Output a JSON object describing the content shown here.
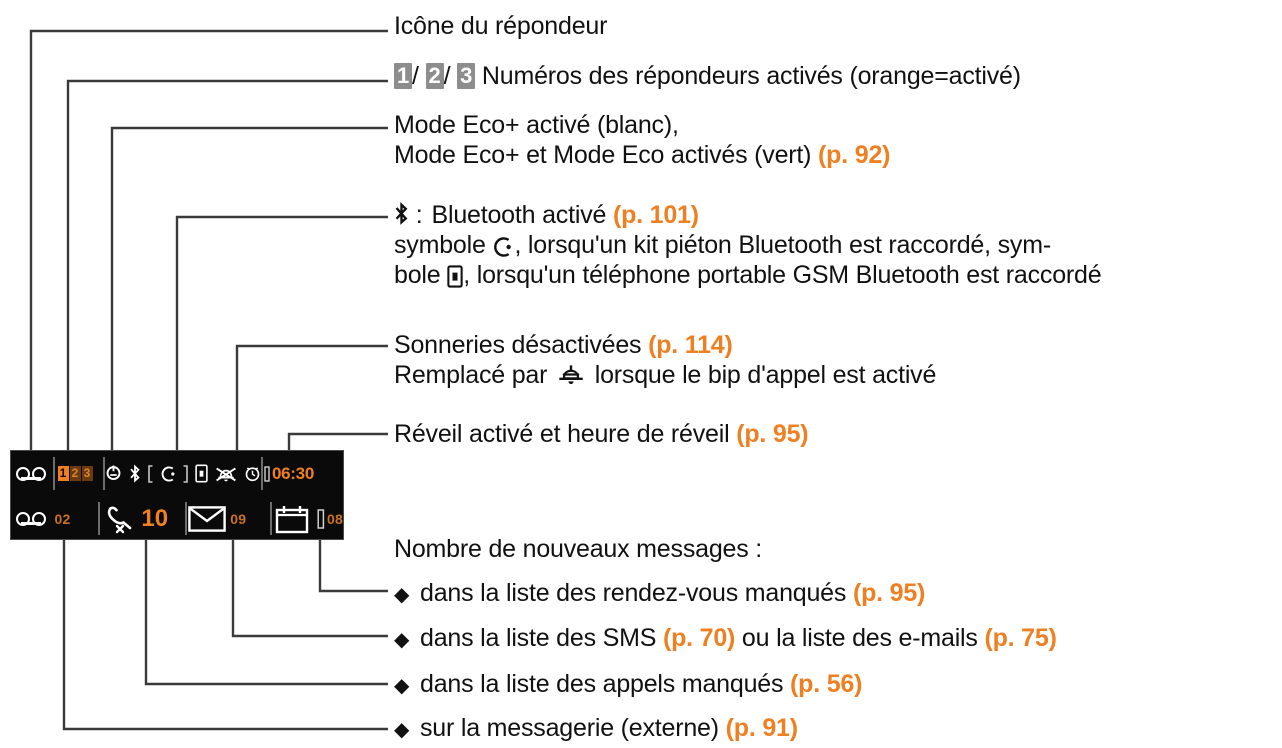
{
  "accent_orange": "#ef8022",
  "display": {
    "name": "handset-status-display",
    "background": "#0a0a0a",
    "top_row": {
      "answering_machine_icon": "tape-reel-icon",
      "answering_machine_numbers": [
        {
          "label": "1",
          "state": "on"
        },
        {
          "label": "2",
          "state": "off"
        },
        {
          "label": "3",
          "state": "off"
        }
      ],
      "eco_plus_icon": "eco-plus-icon",
      "bluetooth_icon": "bluetooth-icon",
      "headset_icon": "bluetooth-headset-icon",
      "mobile_icon": "bluetooth-gsm-phone-icon",
      "ringer_off_icon": "bell-crossed-icon",
      "alarm_icon": "alarm-clock-icon",
      "alarm_time": "06:30"
    },
    "bottom_row": {
      "answering_machine_icon": "tape-reel-icon",
      "answering_machine_count": "02",
      "missed_call_icon": "missed-call-icon",
      "missed_call_count": "10",
      "message_icon": "envelope-icon",
      "message_count": "09",
      "calendar_icon": "calendar-icon",
      "calendar_count": "08"
    }
  },
  "annotations": {
    "a1": {
      "text": "Icône du répondeur"
    },
    "a2": {
      "tag1": "1",
      "sep1": "/ ",
      "tag2": "2",
      "sep2": "/ ",
      "tag3": "3",
      "text": " Numéros des répondeurs activés (orange=activé)"
    },
    "a3": {
      "line1": "Mode Eco+ activé (blanc),",
      "line2": "Mode Eco+ et Mode Eco activés (vert) ",
      "page2": "(p. 92)"
    },
    "a4": {
      "line1a": " :",
      "line1b": "Bluetooth activé ",
      "page1": "(p. 101)",
      "line2a": "symbole ",
      "line2b": ", lorsqu'un kit piéton Bluetooth est raccordé, sym-",
      "line3a": "bole ",
      "line3b": ", lorsqu'un téléphone portable GSM Bluetooth est raccordé"
    },
    "a5": {
      "line1": "Sonneries désactivées ",
      "page1": "(p. 114)",
      "line2a": "Remplacé par ",
      "line2b": " lorsque le bip d'appel est activé"
    },
    "a6": {
      "line1": "Réveil activé et heure de réveil ",
      "page1": "(p. 95)"
    },
    "a7": {
      "heading": "Nombre de nouveaux messages :"
    },
    "b1": {
      "text": "dans la liste des rendez-vous manqués ",
      "page": "(p. 95)"
    },
    "b2": {
      "text": "dans la liste des SMS ",
      "page": "(p. 70)",
      "text2": " ou la liste des e-mails ",
      "page2": "(p. 75)"
    },
    "b3": {
      "text": "dans la liste des appels manqués ",
      "page": "(p. 56)"
    },
    "b4": {
      "text": "sur la messagerie (externe) ",
      "page": "(p. 91)"
    }
  }
}
